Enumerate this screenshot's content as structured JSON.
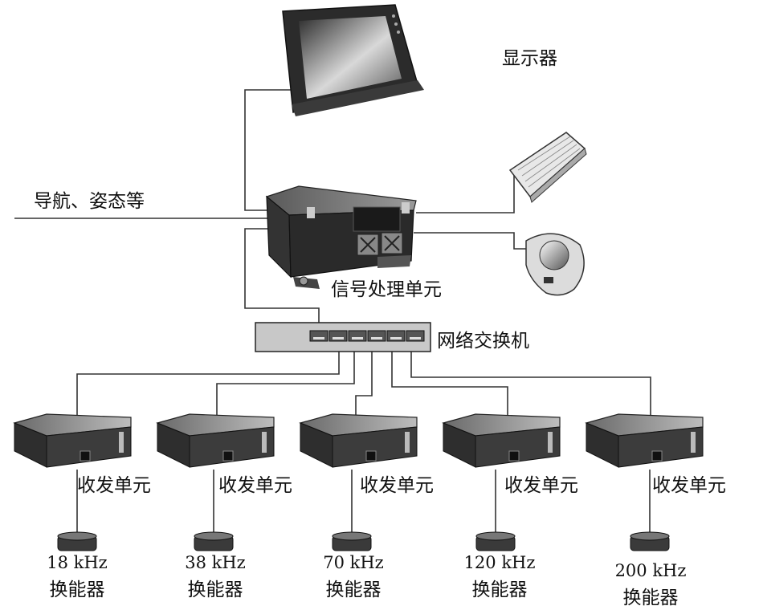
{
  "labels": {
    "display": "显示器",
    "nav": "导航、姿态等",
    "signal_unit": "信号处理单元",
    "switch": "网络交换机"
  },
  "transceiver_label": "收发单元",
  "transducer_label": "换能器",
  "transducers": [
    {
      "freq": "18 kHz"
    },
    {
      "freq": "38 kHz"
    },
    {
      "freq": "70 kHz"
    },
    {
      "freq": "120 kHz"
    },
    {
      "freq": "200 kHz"
    }
  ],
  "units": [
    "transceiver-1",
    "transceiver-2",
    "transceiver-3",
    "transceiver-4",
    "transceiver-5"
  ]
}
